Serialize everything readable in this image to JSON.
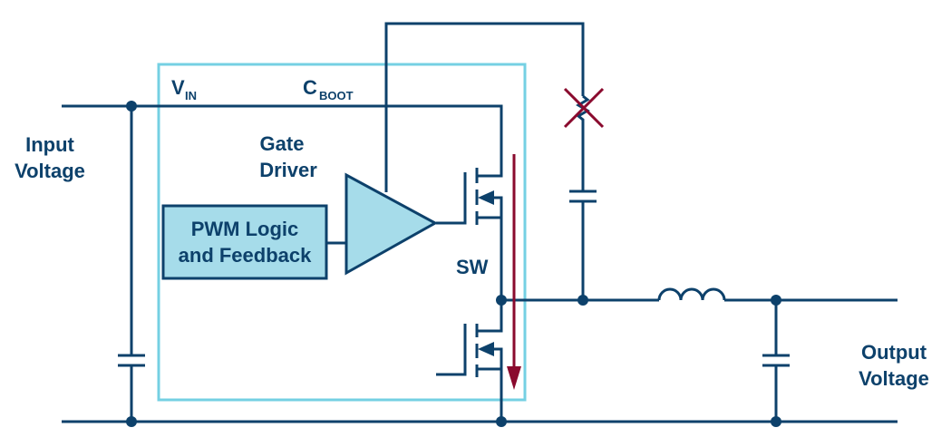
{
  "diagram": {
    "title": "Synchronous buck converter with bootstrap gate driver",
    "labels": {
      "input_voltage": [
        "Input",
        "Voltage"
      ],
      "output_voltage": [
        "Output",
        "Voltage"
      ],
      "vin_main": "V",
      "vin_sub": "IN",
      "cboot_main": "C",
      "cboot_sub": "BOOT",
      "gate_driver": [
        "Gate",
        "Driver"
      ],
      "pwm_block": [
        "PWM Logic",
        "and Feedback"
      ],
      "sw_node": "SW"
    },
    "components": [
      "input-capacitor",
      "gate-driver-ic-boundary",
      "pwm-logic-block",
      "gate-driver-amplifier",
      "high-side-mosfet",
      "low-side-mosfet",
      "boot-resistor-crossed-out",
      "boot-capacitor",
      "output-inductor",
      "output-capacitor"
    ],
    "annotations": {
      "current_arrow": "shoot-through current path (high-side to low-side)",
      "crossed_resistor": "boot resistor removed"
    },
    "colors": {
      "wire": "#0d416b",
      "ic_boundary": "#75d0e3",
      "block_fill": "#a6dcea",
      "highlight": "#8a0a2e"
    }
  }
}
